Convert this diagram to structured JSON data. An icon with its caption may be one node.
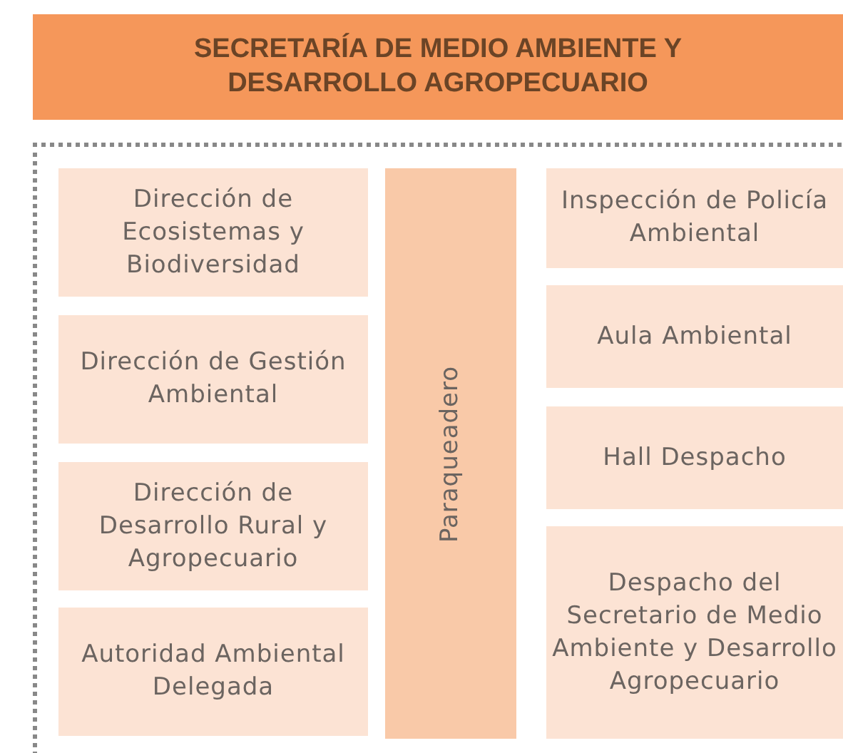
{
  "diagram": {
    "title": "SECRETARÍA DE MEDIO AMBIENTE Y DESARROLLO AGROPECUARIO",
    "nodes": [
      {
        "text": [
          "Dirección de Ecosistemas y Biodiversidad"
        ]
      },
      {
        "text": [
          "Dirección de Gestión Ambiental"
        ]
      },
      {
        "text": [
          "Dirección de Desarrollo Rural y Agropecuario"
        ]
      },
      {
        "text": [
          "Autoridad Ambiental Delegada"
        ]
      },
      {
        "text": [
          "Paraqueadero"
        ]
      },
      {
        "text": [
          "Inspección de Policía Ambiental"
        ]
      },
      {
        "text": [
          "Aula Ambiental"
        ]
      },
      {
        "text": [
          "Hall Despacho"
        ]
      },
      {
        "text": [
          "Despacho del Secretario de Medio Ambiente y Desarrollo Agropecuario"
        ]
      }
    ],
    "edges": []
  }
}
